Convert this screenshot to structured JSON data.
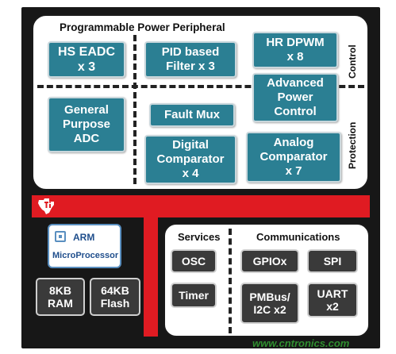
{
  "peripheral": {
    "title": "Programmable  Power Peripheral",
    "control_label": "Control",
    "protection_label": "Protection",
    "blocks": {
      "hs_eadc": [
        "HS EADC",
        "x 3"
      ],
      "pid_filter": [
        "PID based",
        "Filter x 3"
      ],
      "hr_dpwm": [
        "HR DPWM",
        "x 8"
      ],
      "advanced_power": [
        "Advanced",
        "Power",
        "Control"
      ],
      "general_adc": [
        "General",
        "Purpose",
        "ADC"
      ],
      "fault_mux": [
        "Fault Mux"
      ],
      "digital_comp": [
        "Digital",
        "Comparator",
        "x 4"
      ],
      "analog_comp": [
        "Analog",
        "Comparator",
        "x 7"
      ]
    }
  },
  "cpu": {
    "arm_line1": "ARM",
    "arm_line2": "MicroProcessor",
    "ram": [
      "8KB",
      "RAM"
    ],
    "flash": [
      "64KB",
      "Flash"
    ]
  },
  "services": {
    "title": "Services",
    "osc": "OSC",
    "timer": "Timer"
  },
  "communications": {
    "title": "Communications",
    "gpio": "GPIOx",
    "spi": "SPI",
    "pmbus": [
      "PMBus/",
      "I2C x2"
    ],
    "uart": [
      "UART",
      "x2"
    ]
  },
  "watermark": "www.cntronics.com",
  "colors": {
    "block": "#2b7f93",
    "bus": "#e01b22",
    "frame": "#171717",
    "memory": "#3a3a3a"
  }
}
